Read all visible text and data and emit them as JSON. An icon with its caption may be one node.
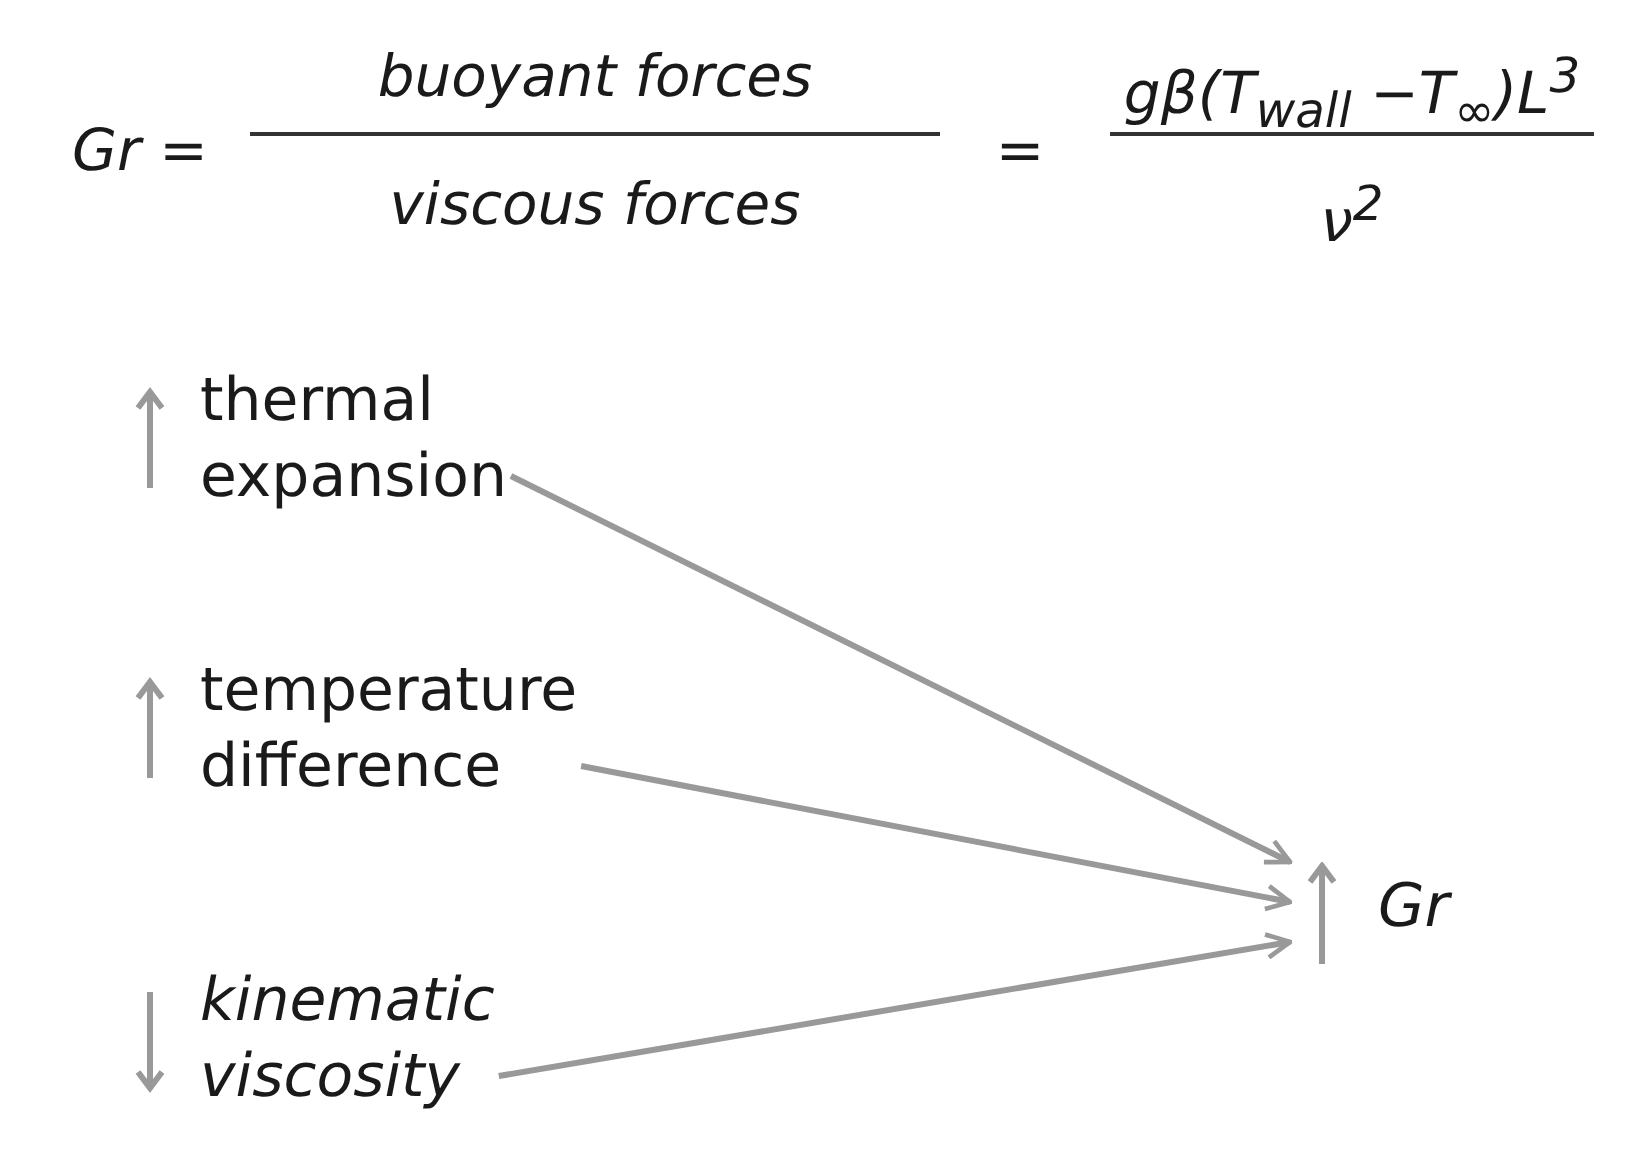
{
  "diagram": {
    "nodes": [
      {
        "text": [
          "thermal expansion"
        ]
      },
      {
        "text": [
          "temperature difference"
        ]
      },
      {
        "text": [
          "kinematic viscosity"
        ]
      },
      {
        "text": [
          "Gr"
        ]
      }
    ],
    "edges": [
      {
        "from": 0,
        "to": 3,
        "arrow": "to"
      },
      {
        "from": 1,
        "to": 3,
        "arrow": "to"
      },
      {
        "from": 2,
        "to": 3,
        "arrow": "to"
      }
    ],
    "labels": [
      "Gr =",
      "buoyant forces",
      "viscous forces",
      "=",
      "gβ(T$_{wall}$ −T$_{∞}$)L$^{3}$",
      "ν$^{2}$"
    ]
  }
}
